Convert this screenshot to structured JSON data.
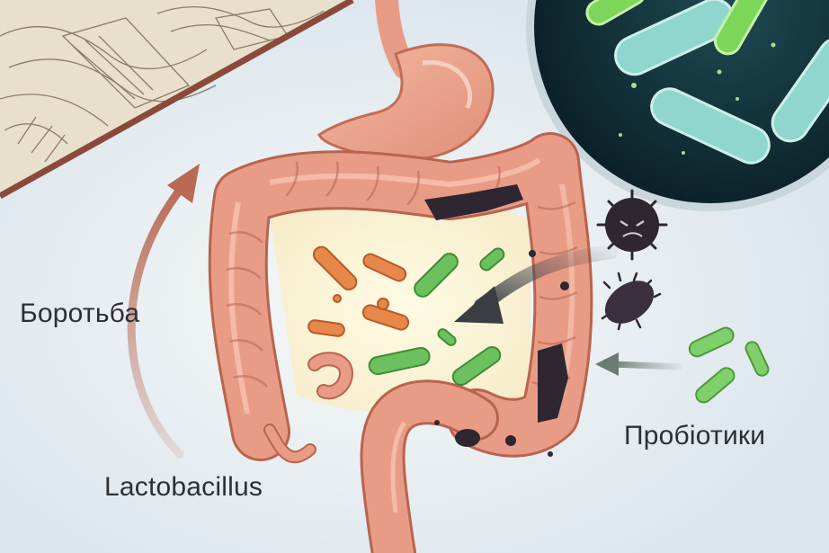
{
  "labels": {
    "fight": "Боротьба",
    "lactobacillus": "Lactobacillus",
    "probiotics": "Пробіотики"
  },
  "colors": {
    "background": "#e4ecf2",
    "intestine": "#e89c86",
    "intestine_outline": "#b8644e",
    "good_bacteria": "#6cc15e",
    "orange_bacteria": "#e8874a",
    "bad_bacteria": "#2e2630",
    "arrow_curved": "#b86a55",
    "arrow_gray": "#4a4d52",
    "petri_dark": "#0e2a33",
    "petri_bacteria": "#8fd6cf",
    "sketch_paper": "#e9e0cc",
    "text": "#2f2f33"
  }
}
